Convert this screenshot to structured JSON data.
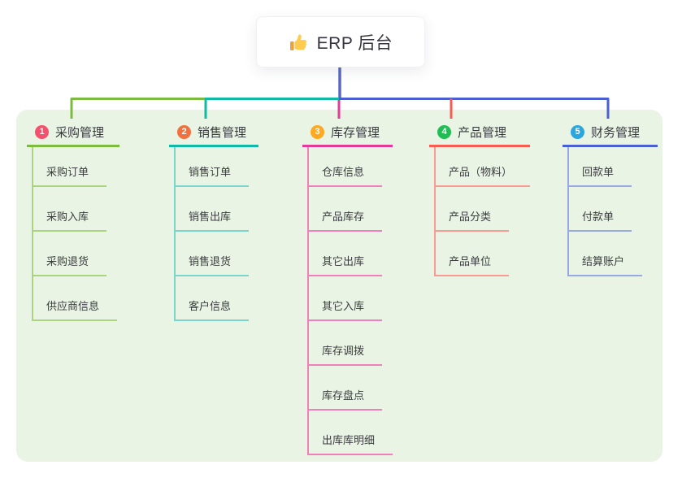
{
  "root": {
    "title": "ERP 后台",
    "icon": "thumbs-up-icon"
  },
  "branches": [
    {
      "badge": "1",
      "label": "采购管理",
      "color": "#7CBB3F",
      "light": "#ABD482",
      "badge_color": "#F4516C",
      "children": [
        "采购订单",
        "采购入库",
        "采购退货",
        "供应商信息"
      ]
    },
    {
      "badge": "2",
      "label": "销售管理",
      "color": "#10B9A5",
      "light": "#7AD6CA",
      "badge_color": "#F2713D",
      "children": [
        "销售订单",
        "销售出库",
        "销售退货",
        "客户信息"
      ]
    },
    {
      "badge": "3",
      "label": "库存管理",
      "color": "#E23A98",
      "light": "#F07FBC",
      "badge_color": "#FFA91E",
      "children": [
        "仓库信息",
        "产品库存",
        "其它出库",
        "其它入库",
        "库存调拨",
        "库存盘点",
        "出库库明细"
      ]
    },
    {
      "badge": "4",
      "label": "产品管理",
      "color": "#F75B52",
      "light": "#F99A93",
      "badge_color": "#1FBE53",
      "children": [
        "产品（物料）",
        "产品分类",
        "产品单位"
      ]
    },
    {
      "badge": "5",
      "label": "财务管理",
      "color": "#4A5FD0",
      "light": "#97A8E3",
      "badge_color": "#29A7E1",
      "children": [
        "回款单",
        "付款单",
        "结算账户"
      ]
    }
  ],
  "colors": {
    "panel_bg": "#E9F4E5",
    "trunk": "#5A68C4",
    "text": "#3C3C3F",
    "card_bg": "#FFFFFF"
  }
}
